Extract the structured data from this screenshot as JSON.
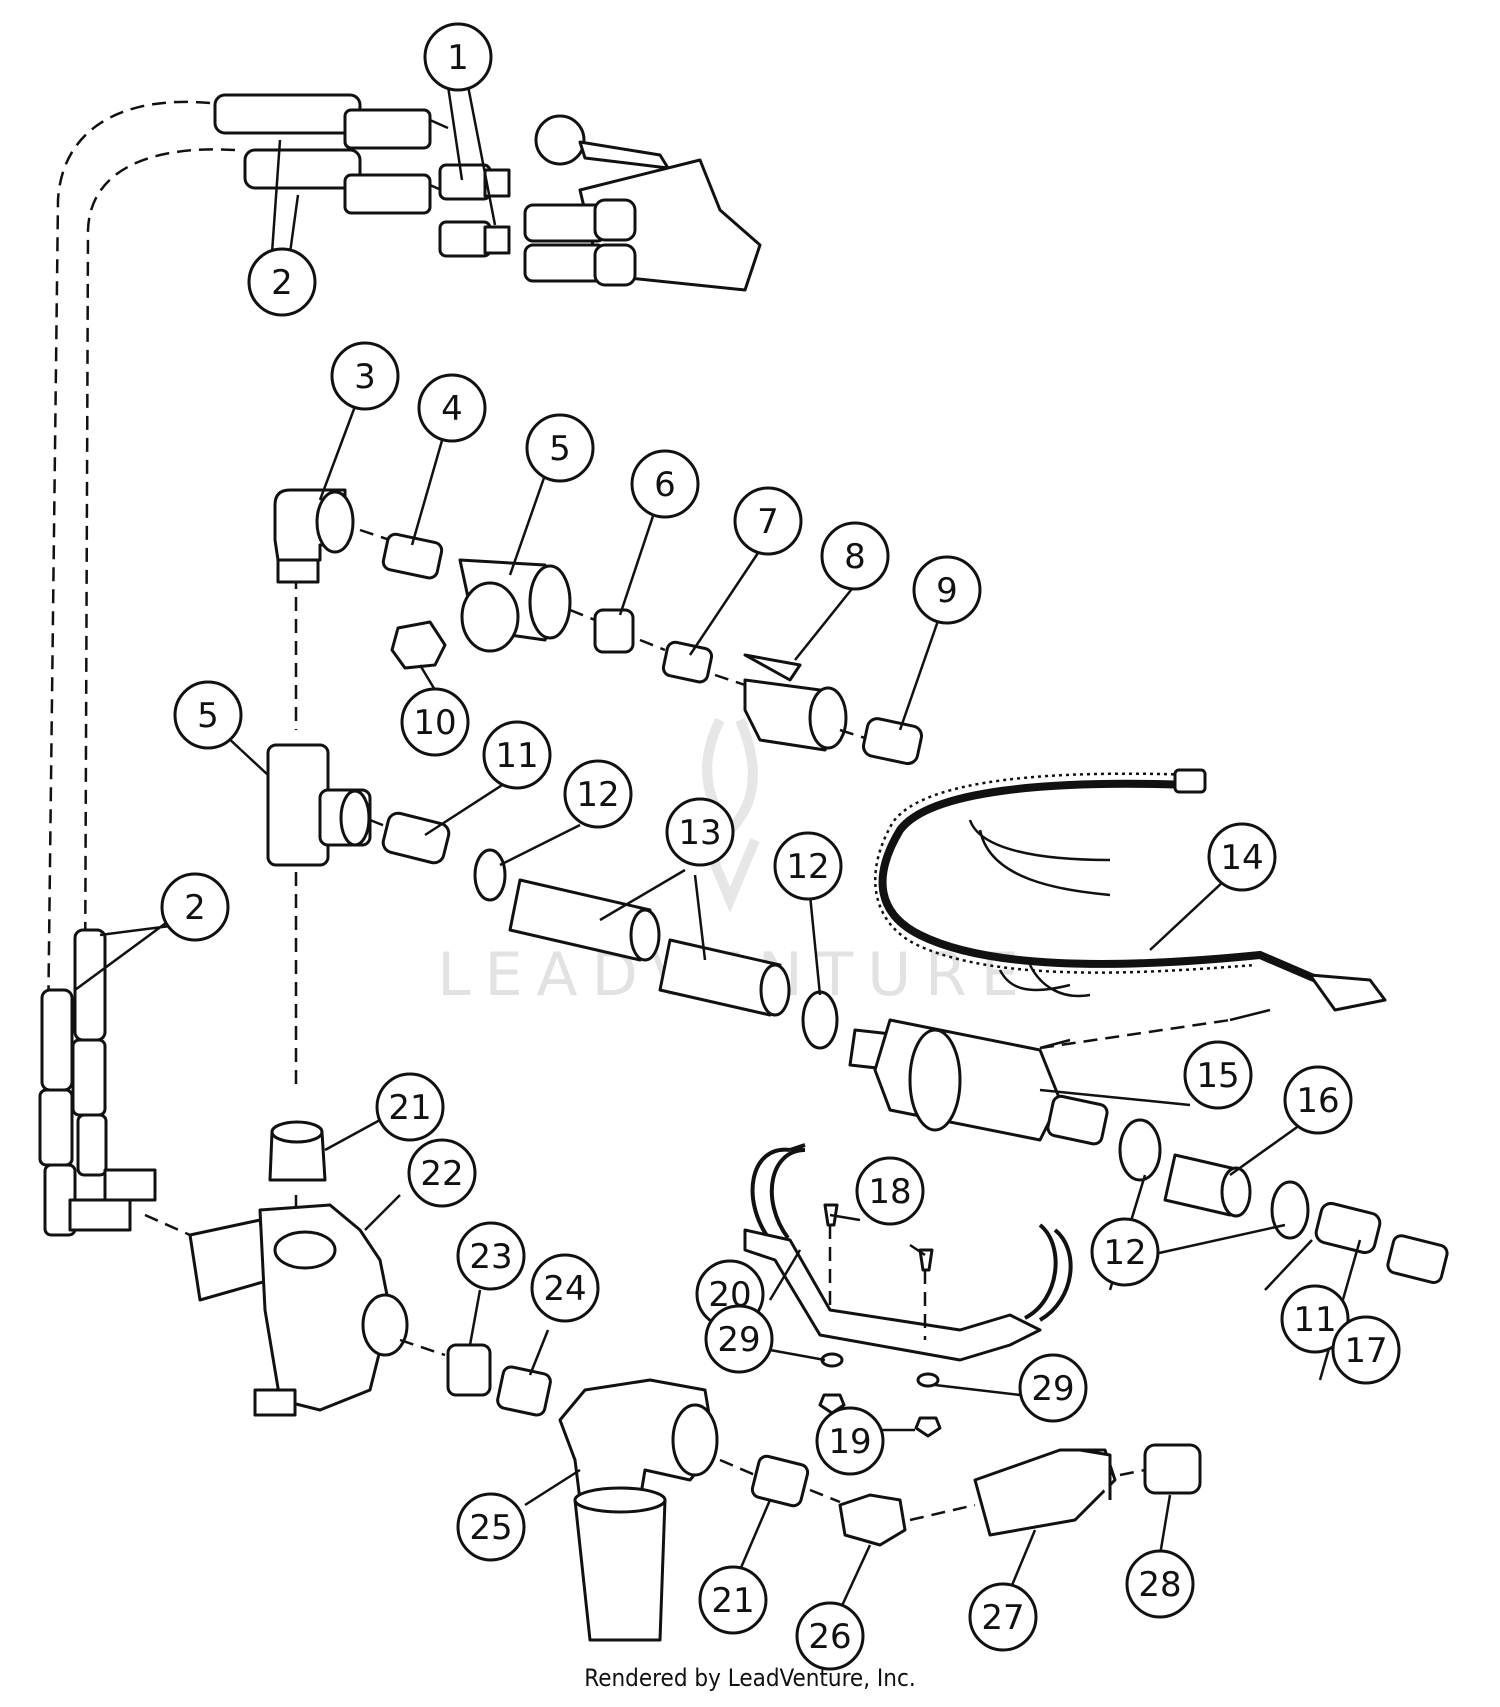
{
  "footer": {
    "credit": "Rendered by LeadVenture, Inc."
  },
  "watermark": {
    "text": "LEADVENTURE"
  },
  "callouts": [
    {
      "id": "c1",
      "label": "1"
    },
    {
      "id": "c2a",
      "label": "2"
    },
    {
      "id": "c2b",
      "label": "2"
    },
    {
      "id": "c3",
      "label": "3"
    },
    {
      "id": "c4",
      "label": "4"
    },
    {
      "id": "c5a",
      "label": "5"
    },
    {
      "id": "c5b",
      "label": "5"
    },
    {
      "id": "c6",
      "label": "6"
    },
    {
      "id": "c7",
      "label": "7"
    },
    {
      "id": "c8",
      "label": "8"
    },
    {
      "id": "c9",
      "label": "9"
    },
    {
      "id": "c10",
      "label": "10"
    },
    {
      "id": "c11a",
      "label": "11"
    },
    {
      "id": "c11b",
      "label": "11"
    },
    {
      "id": "c12a",
      "label": "12"
    },
    {
      "id": "c12b",
      "label": "12"
    },
    {
      "id": "c12c",
      "label": "12"
    },
    {
      "id": "c13",
      "label": "13"
    },
    {
      "id": "c14",
      "label": "14"
    },
    {
      "id": "c15",
      "label": "15"
    },
    {
      "id": "c16",
      "label": "16"
    },
    {
      "id": "c17",
      "label": "17"
    },
    {
      "id": "c18",
      "label": "18"
    },
    {
      "id": "c19",
      "label": "19"
    },
    {
      "id": "c20",
      "label": "20"
    },
    {
      "id": "c21a",
      "label": "21"
    },
    {
      "id": "c21b",
      "label": "21"
    },
    {
      "id": "c22",
      "label": "22"
    },
    {
      "id": "c23",
      "label": "23"
    },
    {
      "id": "c24",
      "label": "24"
    },
    {
      "id": "c25",
      "label": "25"
    },
    {
      "id": "c26",
      "label": "26"
    },
    {
      "id": "c27",
      "label": "27"
    },
    {
      "id": "c28",
      "label": "28"
    },
    {
      "id": "c29a",
      "label": "29"
    },
    {
      "id": "c29b",
      "label": "29"
    }
  ]
}
